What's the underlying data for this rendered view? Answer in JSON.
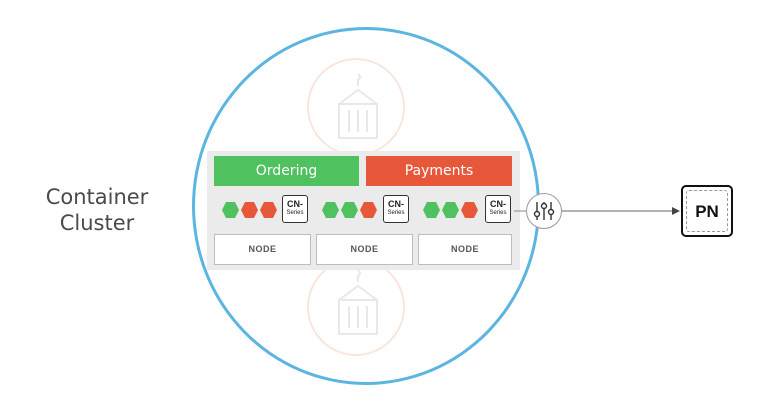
{
  "cluster_label": {
    "line1": "Container",
    "line2": "Cluster"
  },
  "services": {
    "ordering": "Ordering",
    "payments": "Payments"
  },
  "cn_badge": {
    "line1": "CN-",
    "line2": "Series"
  },
  "nodes": [
    "NODE",
    "NODE",
    "NODE"
  ],
  "pn_label": "PN",
  "colors": {
    "green": "#4fc15f",
    "red": "#e7573a",
    "circle": "#5bb5e0",
    "panel": "#ebebeb"
  },
  "pod_groups": [
    [
      "green",
      "red",
      "red"
    ],
    [
      "green",
      "green",
      "red"
    ],
    [
      "green",
      "green",
      "red"
    ]
  ]
}
